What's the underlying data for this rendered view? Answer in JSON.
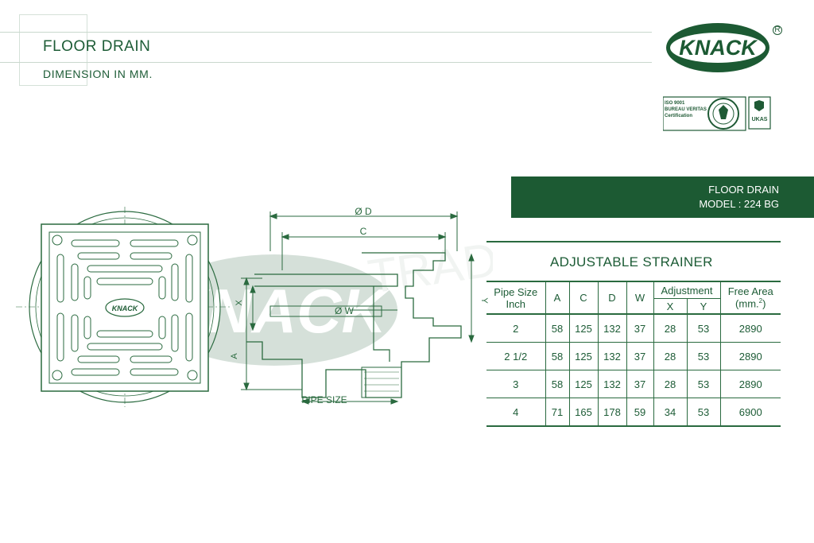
{
  "header": {
    "title": "FLOOR DRAIN",
    "subtitle": "DIMENSION IN MM."
  },
  "brand": {
    "logo_text": "KNACK",
    "registered": "R",
    "cert_line1": "ISO 9001",
    "cert_line2": "BUREAU VERITAS",
    "cert_line3": "Certification",
    "ukas": "UKAS",
    "watermark": "TRADING"
  },
  "banner": {
    "line1": "FLOOR DRAIN",
    "line2": "MODEL : 224 BG"
  },
  "table_title": "ADJUSTABLE STRAINER",
  "drawing_labels": {
    "od": "Ø D",
    "c": "C",
    "ow": "Ø W",
    "x": "X",
    "a": "A",
    "y": "Y",
    "pipe_size": "PIPE SIZE",
    "grate_logo": "KNACK"
  },
  "table": {
    "headers": {
      "pipe_size_1": "Pipe Size",
      "pipe_size_2": "Inch",
      "a": "A",
      "c": "C",
      "d": "D",
      "w": "W",
      "adjustment": "Adjustment",
      "x": "X",
      "y": "Y",
      "free_area": "Free Area",
      "free_area_unit": "(mm.",
      "free_area_sup": "2",
      "free_area_close": ")"
    },
    "rows": [
      {
        "pipe": "2",
        "a": "58",
        "c": "125",
        "d": "132",
        "w": "37",
        "x": "28",
        "y": "53",
        "free": "2890"
      },
      {
        "pipe": "2 1/2",
        "a": "58",
        "c": "125",
        "d": "132",
        "w": "37",
        "x": "28",
        "y": "53",
        "free": "2890"
      },
      {
        "pipe": "3",
        "a": "58",
        "c": "125",
        "d": "132",
        "w": "37",
        "x": "28",
        "y": "53",
        "free": "2890"
      },
      {
        "pipe": "4",
        "a": "71",
        "c": "165",
        "d": "178",
        "w": "59",
        "x": "34",
        "y": "53",
        "free": "6900"
      }
    ]
  },
  "colors": {
    "brand_green": "#1c5a33",
    "line_green": "#2a6a3f"
  }
}
